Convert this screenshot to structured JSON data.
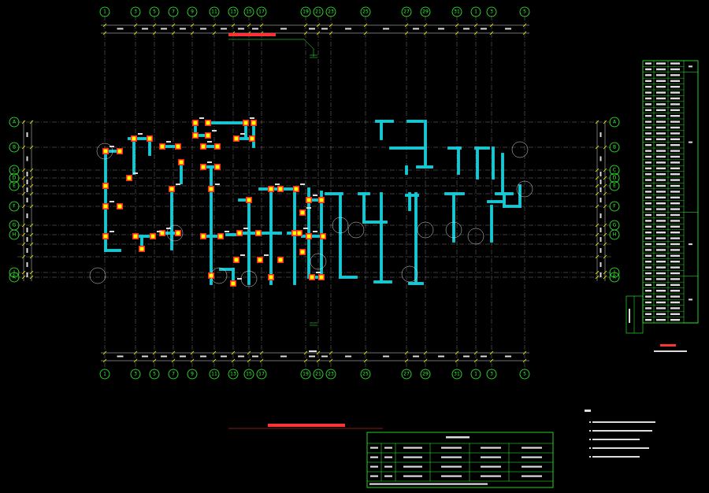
{
  "colors": {
    "background": "#000000",
    "axis": "#33ff33",
    "wall": "#19c8d2",
    "column_outline": "#ff2020",
    "column_fill": "#ffff00",
    "gridline": "#c8c8c8",
    "dimension": "#ffffff",
    "title": "#ff3333"
  },
  "axes_top": [
    "1",
    "3",
    "5",
    "7",
    "9",
    "11",
    "13",
    "15",
    "17",
    "19",
    "21",
    "23",
    "25",
    "27",
    "29",
    "31"
  ],
  "axes_left": [
    "A",
    "B",
    "C",
    "D",
    "E",
    "F",
    "G",
    "H",
    "J",
    "K"
  ],
  "axes_right": [
    "A",
    "B",
    "C",
    "D",
    "E",
    "F",
    "G",
    "H",
    "J",
    "K"
  ],
  "plan_title": "",
  "overall_dim_label": "",
  "schedule": {
    "title": "",
    "caption": "",
    "note_col": "",
    "floors": [
      "",
      "",
      "",
      "",
      "",
      "",
      "",
      "",
      "",
      "",
      "",
      "",
      "",
      "",
      "",
      "",
      "",
      "",
      "",
      "",
      "",
      "",
      "",
      "",
      "",
      "",
      "",
      "",
      "",
      "",
      "",
      "",
      "",
      "",
      "",
      "",
      "",
      "",
      "",
      "",
      "",
      "",
      "",
      "",
      ""
    ]
  },
  "notes": {
    "heading": "",
    "lines": [
      "",
      "",
      "",
      "",
      ""
    ]
  },
  "legend_table": {
    "title": "",
    "headers": [
      "",
      "",
      "",
      "",
      "",
      ""
    ],
    "rows": [
      [
        "",
        "",
        "",
        "",
        "",
        ""
      ],
      [
        "",
        "",
        "",
        "",
        "",
        ""
      ],
      [
        "",
        "",
        "",
        "",
        "",
        ""
      ],
      [
        "",
        "",
        "",
        "",
        "",
        ""
      ]
    ],
    "footer": ""
  }
}
